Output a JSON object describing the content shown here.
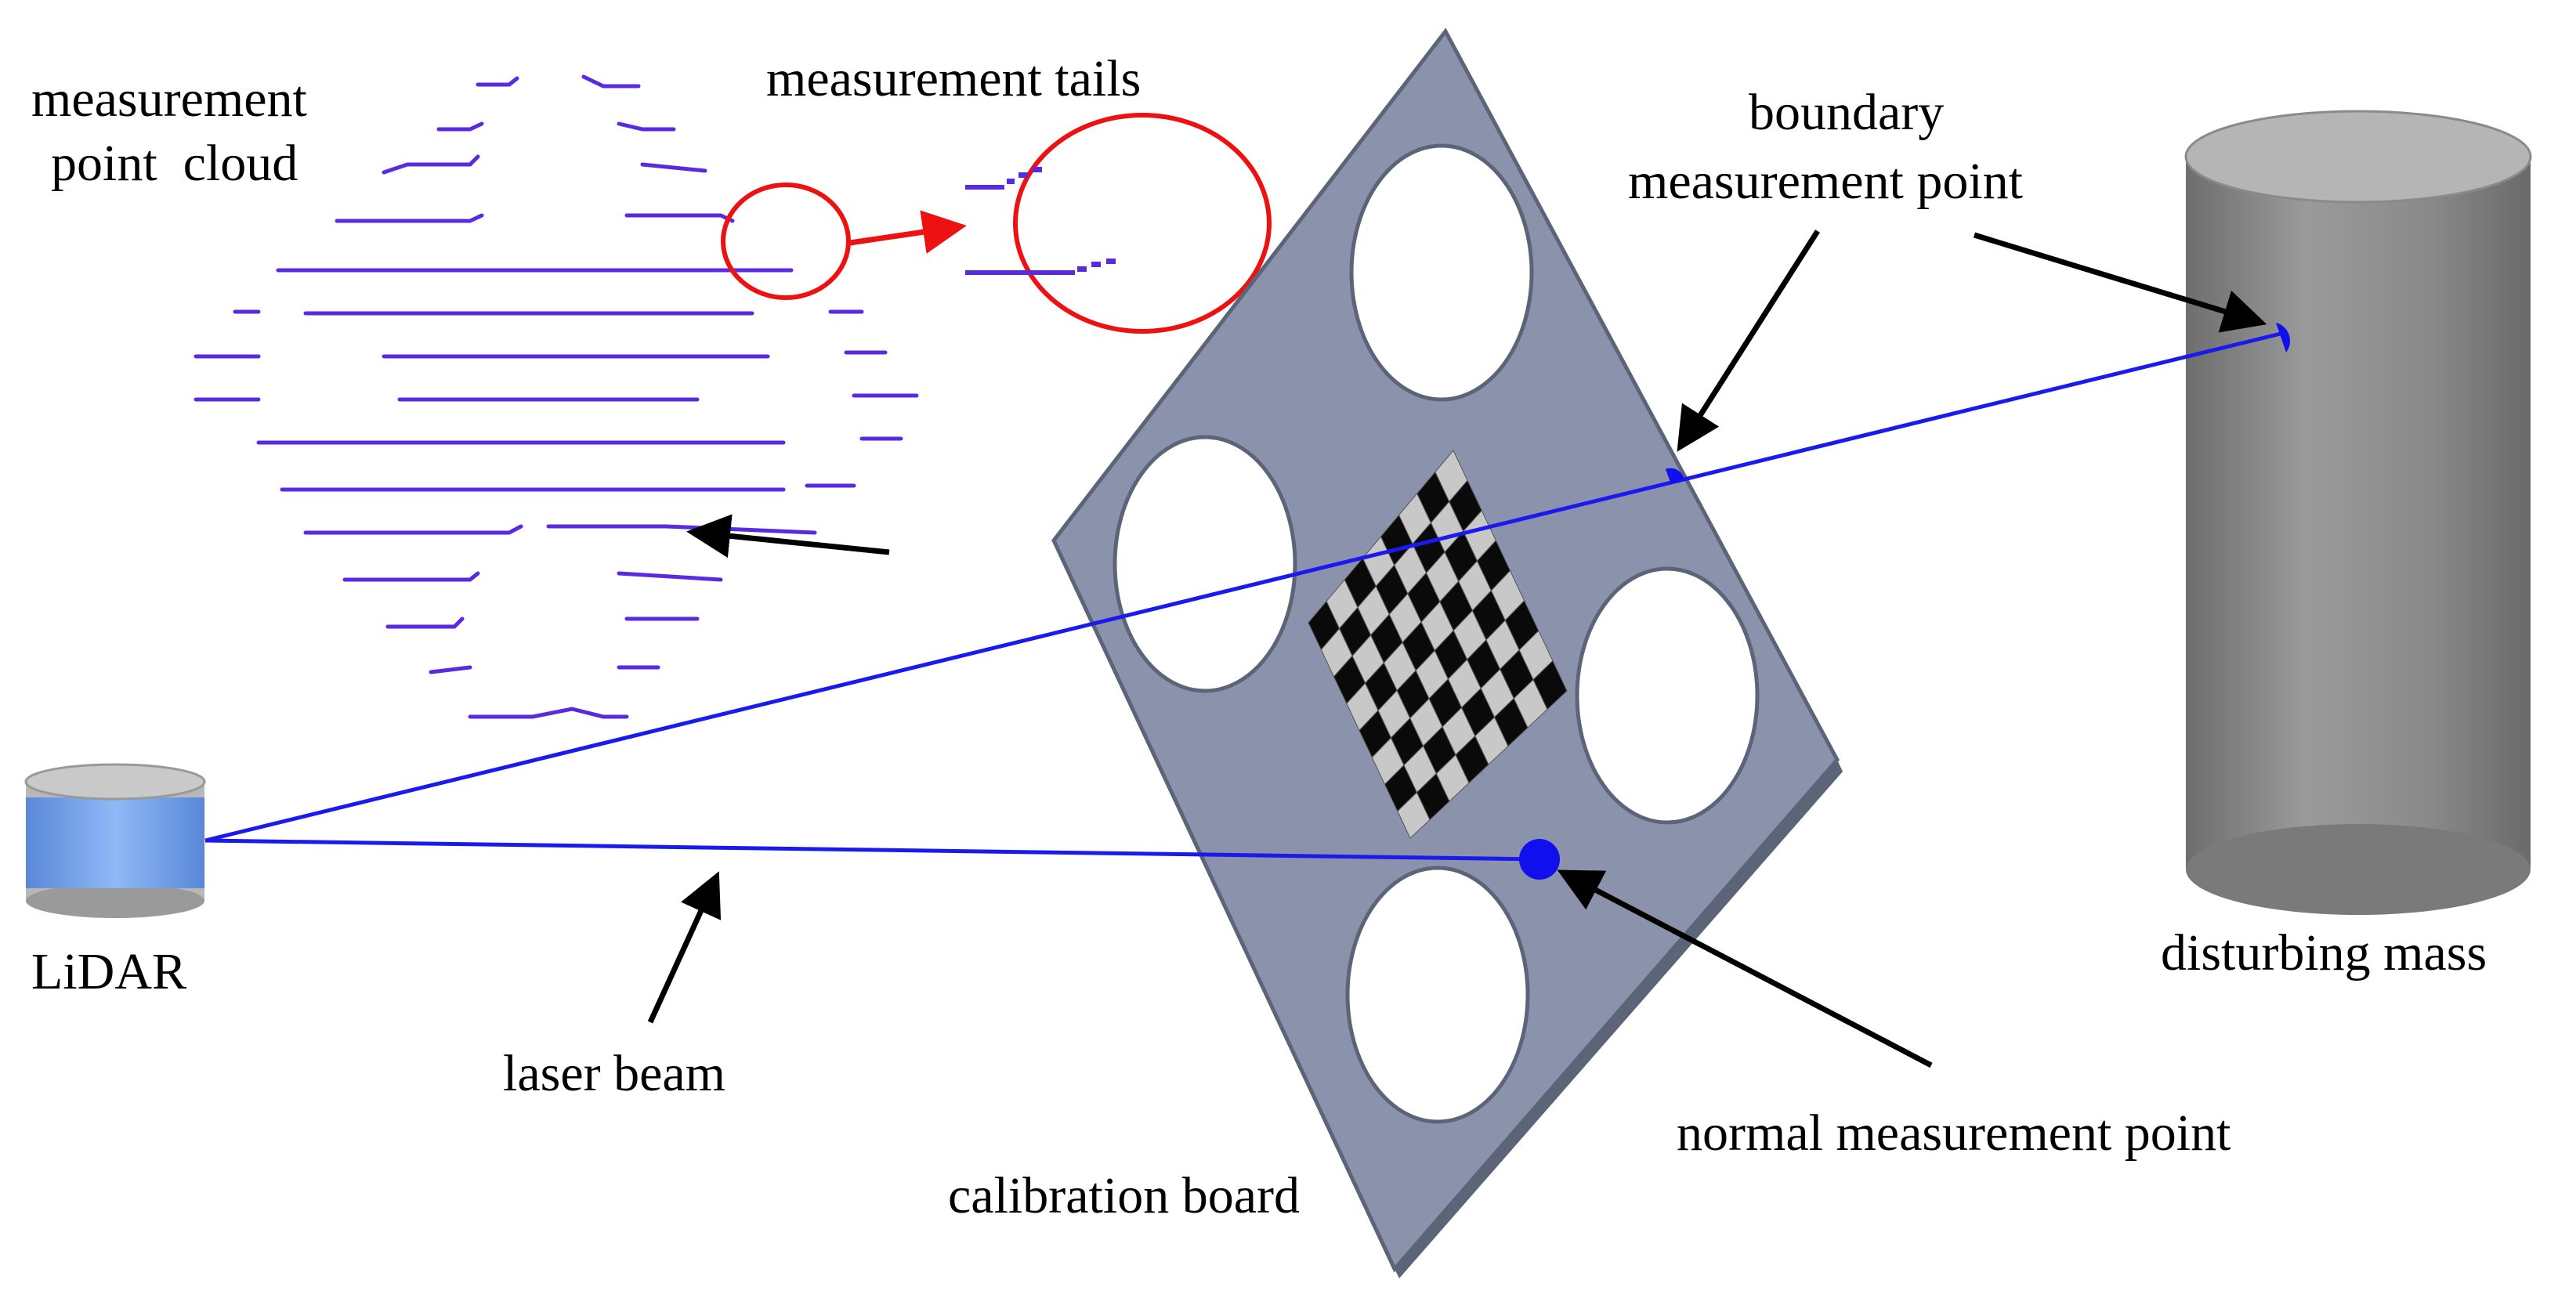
{
  "labels": {
    "cloud_line1": "measurement",
    "cloud_line2": "point  cloud",
    "tails": "measurement tails",
    "boundary_line1": "boundary",
    "boundary_line2": "measurement point",
    "lidar": "LiDAR",
    "laser_beam": "laser beam",
    "calibration_board": "calibration board",
    "normal_point": "normal measurement point",
    "disturbing_mass": "disturbing mass"
  },
  "colors": {
    "board": "#8a93ab",
    "board_edge": "#5c6478",
    "beam": "#1a1aee",
    "point": "#1010ee",
    "cloud": "#5a2ae0",
    "highlight": "#ee1111",
    "lidar_body": "#7eaaf0",
    "cylinder": "#8c8c8c",
    "arrow": "#000000"
  }
}
